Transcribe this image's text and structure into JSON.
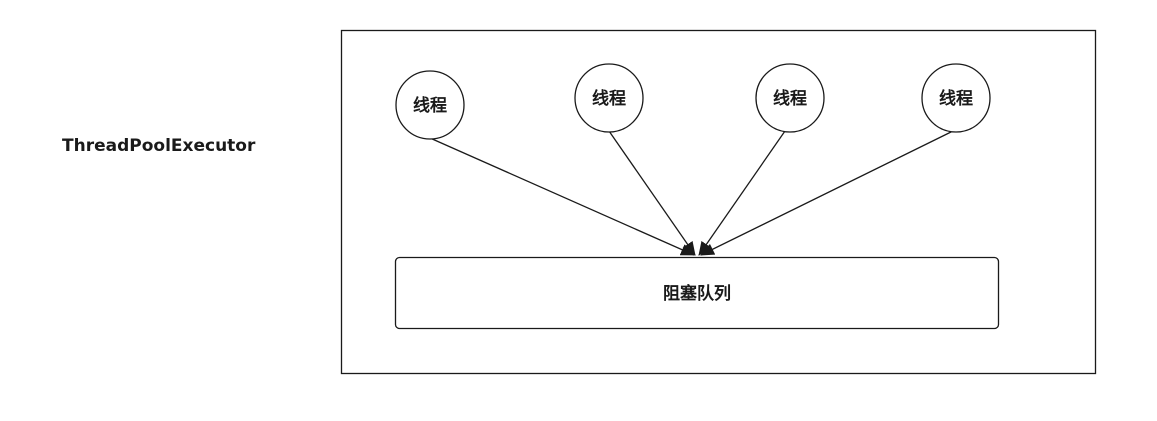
{
  "diagram": {
    "title": "ThreadPoolExecutor",
    "threads": [
      {
        "label": "线程"
      },
      {
        "label": "线程"
      },
      {
        "label": "线程"
      },
      {
        "label": "线程"
      }
    ],
    "queue": {
      "label": "阻塞队列"
    },
    "colors": {
      "stroke": "#1a1a1a",
      "background": "#ffffff"
    }
  }
}
